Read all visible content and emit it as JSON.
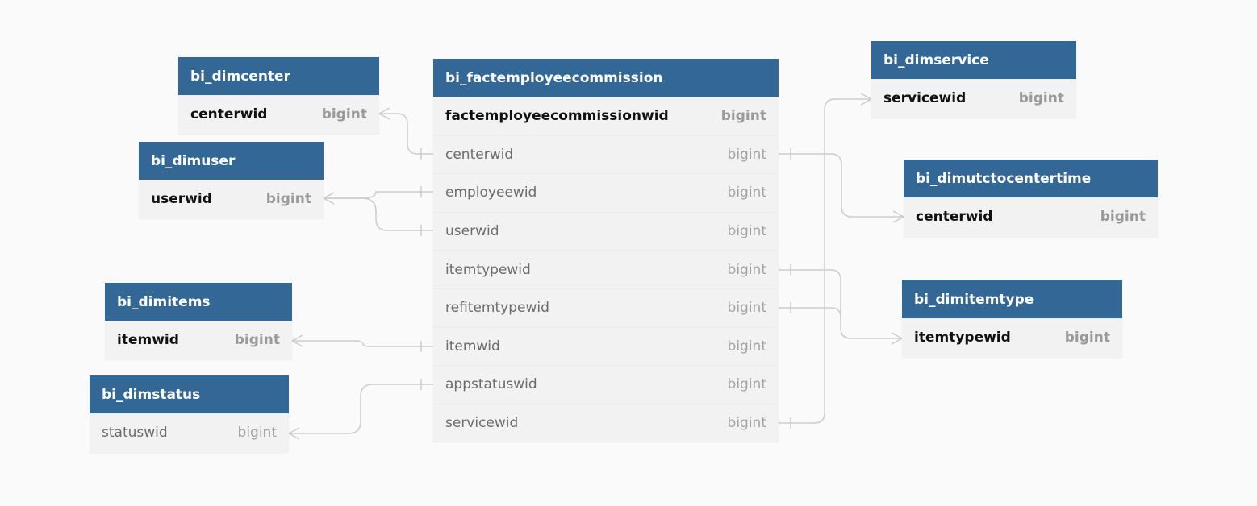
{
  "colors": {
    "header": "#336896",
    "row": "#f2f2f2",
    "edge": "#cccccc"
  },
  "tables": {
    "fact": {
      "name": "bi_factemployeecommission",
      "columns": [
        {
          "name": "factemployeecommissionwid",
          "type": "bigint"
        },
        {
          "name": "centerwid",
          "type": "bigint"
        },
        {
          "name": "employeewid",
          "type": "bigint"
        },
        {
          "name": "userwid",
          "type": "bigint"
        },
        {
          "name": "itemtypewid",
          "type": "bigint"
        },
        {
          "name": "refitemtypewid",
          "type": "bigint"
        },
        {
          "name": "itemwid",
          "type": "bigint"
        },
        {
          "name": "appstatuswid",
          "type": "bigint"
        },
        {
          "name": "servicewid",
          "type": "bigint"
        }
      ]
    },
    "dimcenter": {
      "name": "bi_dimcenter",
      "columns": [
        {
          "name": "centerwid",
          "type": "bigint"
        }
      ]
    },
    "dimuser": {
      "name": "bi_dimuser",
      "columns": [
        {
          "name": "userwid",
          "type": "bigint"
        }
      ]
    },
    "dimitems": {
      "name": "bi_dimitems",
      "columns": [
        {
          "name": "itemwid",
          "type": "bigint"
        }
      ]
    },
    "dimstatus": {
      "name": "bi_dimstatus",
      "columns": [
        {
          "name": "statuswid",
          "type": "bigint"
        }
      ]
    },
    "dimservice": {
      "name": "bi_dimservice",
      "columns": [
        {
          "name": "servicewid",
          "type": "bigint"
        }
      ]
    },
    "dimutctocentertime": {
      "name": "bi_dimutctocentertime",
      "columns": [
        {
          "name": "centerwid",
          "type": "bigint"
        }
      ]
    },
    "dimitemtype": {
      "name": "bi_dimitemtype",
      "columns": [
        {
          "name": "itemtypewid",
          "type": "bigint"
        }
      ]
    }
  }
}
